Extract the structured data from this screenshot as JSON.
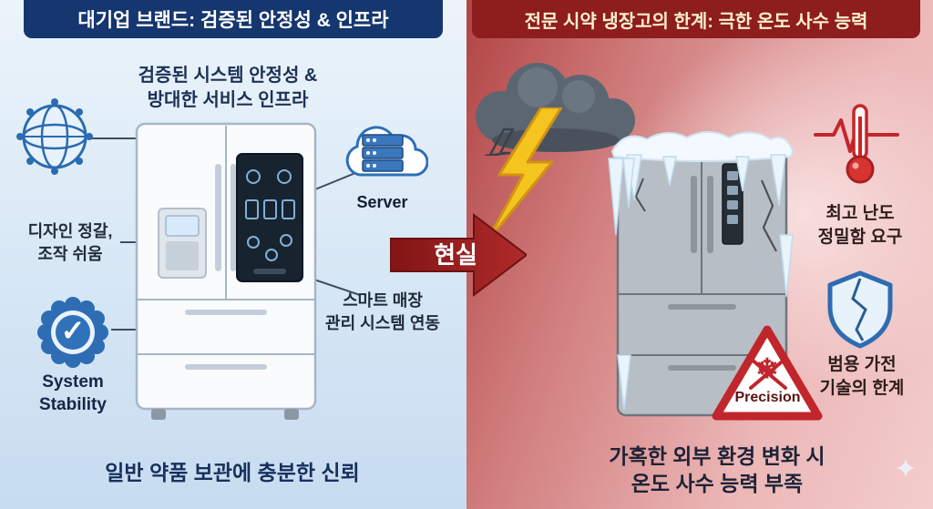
{
  "colors": {
    "left_header_bg": "#15366f",
    "right_header_bg": "#8e1d1d",
    "arrow_red": "#9c1f1f",
    "accent_blue": "#2e6db4",
    "alert_red": "#c0262b",
    "lightning_yellow": "#f5c51f"
  },
  "left": {
    "header": "대기업 브랜드: 검증된 안정성 & 인프라",
    "subtitle": "검증된 시스템 안정성 &\n방대한 서비스 인프라",
    "label_design": "디자인 정갈,\n조작 쉬움",
    "server_label": "Server",
    "label_smart": "스마트 매장\n관리 시스템 연동",
    "badge_label": "System\nStability",
    "bottom": "일반 약품 보관에 충분한 신뢰"
  },
  "center": {
    "arrow_label": "현실"
  },
  "right": {
    "header": "전문 시약 냉장고의 한계: 극한 온도 사수 능력",
    "label_precision_req": "최고 난도\n정밀함 요구",
    "label_limit": "범용 가전\n기술의 한계",
    "warning_label": "Precision",
    "bottom": "가혹한 외부 환경 변화 시\n온도 사수 능력 부족"
  },
  "icons": {
    "checkmark": "✓",
    "snowflake": "❄",
    "sparkle": "✦"
  }
}
